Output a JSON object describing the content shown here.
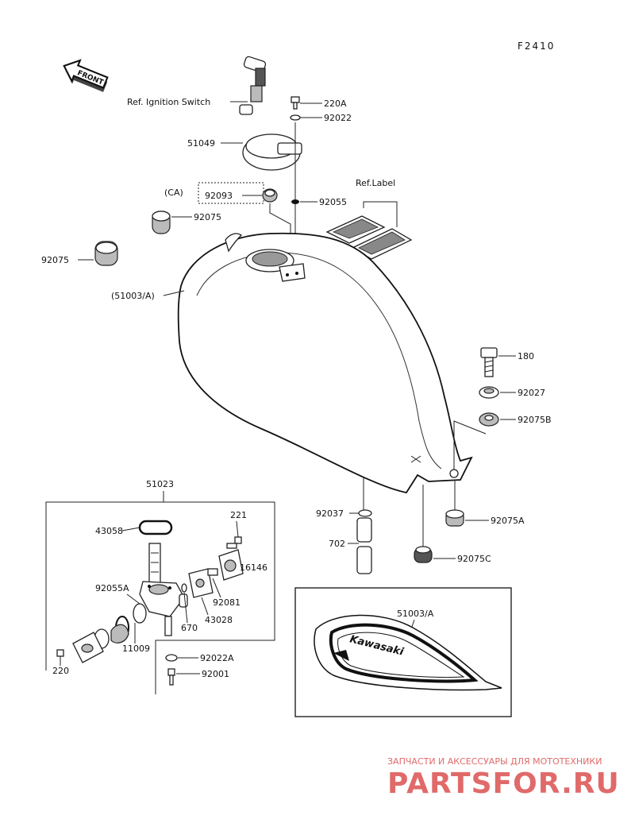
{
  "figure_code": "F2410",
  "front_label": "FRONT",
  "ref_ignition": "Ref. Ignition Switch",
  "ref_label": "Ref.Label",
  "callouts": {
    "p220A": "220A",
    "p92022": "92022",
    "p51049": "51049",
    "ca": "(CA)",
    "p92093": "92093",
    "p92055": "92055",
    "p92075_a": "92075",
    "p92075_b": "92075",
    "p51003A": "(51003/A)",
    "p180": "180",
    "p92027": "92027",
    "p92075B": "92075B",
    "p92037": "92037",
    "p702": "702",
    "p92075A": "92075A",
    "p92075C": "92075C",
    "p51023": "51023",
    "p43058": "43058",
    "p221": "221",
    "p16146": "16146",
    "p92055A": "92055A",
    "p92081": "92081",
    "p43028": "43028",
    "p670": "670",
    "p11009": "11009",
    "p220": "220",
    "p92022A": "92022A",
    "p92001": "92001",
    "p51003A_inset": "51003/A"
  },
  "brand_text": "Kawasaki",
  "watermark": {
    "line1": "ЗАПЧАСТИ И АКСЕССУАРЫ ДЛЯ МОТОТЕХНИКИ",
    "line2": "PARTSFOR.RU",
    "color": "#e06a6a"
  }
}
